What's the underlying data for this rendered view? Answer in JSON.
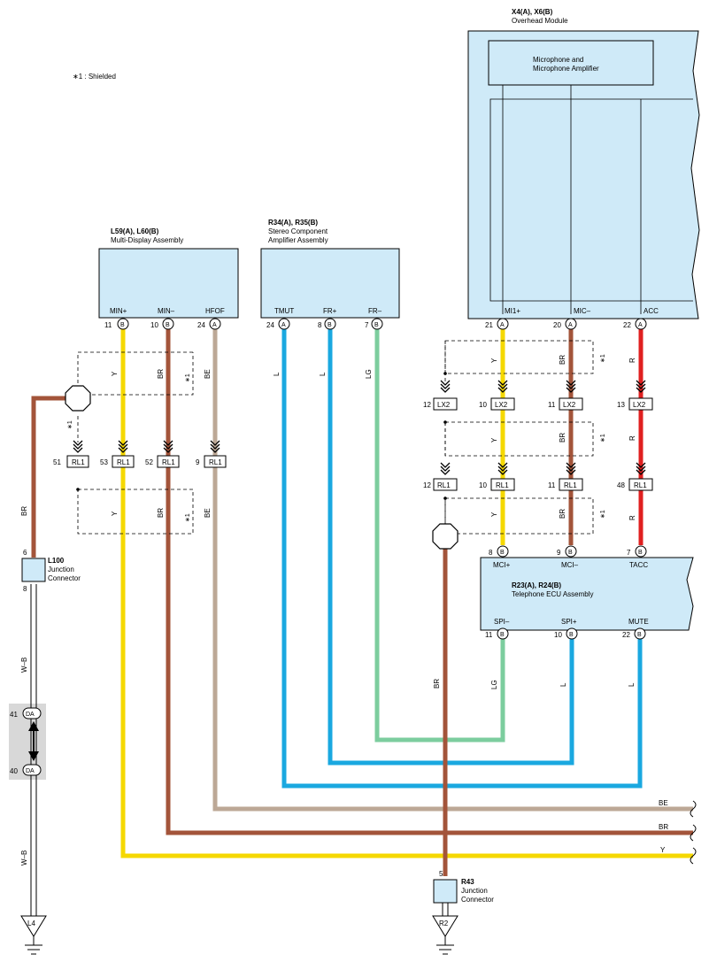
{
  "colors": {
    "Y": "#f5d800",
    "BR": "#a3543a",
    "BE": "#bca896",
    "L": "#1aa8e0",
    "LG": "#7ccd9e",
    "R": "#e02020",
    "W-B": "#ffffff",
    "box_fill": "#cfeaf8",
    "grey_panel": "#d8d8d8"
  },
  "note": "∗1 : Shielded",
  "components": {
    "overhead": {
      "code": "X4(A), X6(B)",
      "name": "Overhead Module",
      "sub_line1": "Microphone and",
      "sub_line2": "Microphone Amplifier"
    },
    "mda": {
      "code": "L59(A), L60(B)",
      "name": "Multi-Display Assembly"
    },
    "stereo": {
      "code": "R34(A), R35(B)",
      "name_line1": "Stereo Component",
      "name_line2": "Amplifier Assembly"
    },
    "tel": {
      "code": "R23(A), R24(B)",
      "name": "Telephone ECU Assembly"
    },
    "l100": {
      "code": "L100",
      "name_line1": "Junction",
      "name_line2": "Connector",
      "pin_top": "6",
      "pin_bottom": "8"
    },
    "r43": {
      "code": "R43",
      "name_line1": "Junction",
      "name_line2": "Connector",
      "pin_top": "5"
    }
  },
  "pins": {
    "mda": [
      {
        "label": "MIN+",
        "num": "11",
        "conn": "B",
        "wire": "Y"
      },
      {
        "label": "MIN–",
        "num": "10",
        "conn": "B",
        "wire": "BR"
      },
      {
        "label": "HFOF",
        "num": "24",
        "conn": "A",
        "wire": "BE"
      }
    ],
    "stereo": [
      {
        "label": "TMUT",
        "num": "24",
        "conn": "A",
        "wire": "L"
      },
      {
        "label": "FR+",
        "num": "8",
        "conn": "B",
        "wire": "L"
      },
      {
        "label": "FR–",
        "num": "7",
        "conn": "B",
        "wire": "LG"
      }
    ],
    "overhead": [
      {
        "label": "MI1+",
        "num": "21",
        "conn": "A",
        "wire": "Y"
      },
      {
        "label": "MIC–",
        "num": "20",
        "conn": "A",
        "wire": "BR"
      },
      {
        "label": "ACC",
        "num": "22",
        "conn": "A",
        "wire": "R"
      }
    ],
    "tel_top": [
      {
        "label": "MCI+",
        "num": "8",
        "conn": "B"
      },
      {
        "label": "MCI–",
        "num": "9",
        "conn": "B"
      },
      {
        "label": "TACC",
        "num": "7",
        "conn": "B"
      }
    ],
    "tel_bottom": [
      {
        "label": "SPI–",
        "num": "11",
        "conn": "B",
        "wire": "LG"
      },
      {
        "label": "SPI+",
        "num": "10",
        "conn": "B",
        "wire": "L"
      },
      {
        "label": "MUTE",
        "num": "22",
        "conn": "B",
        "wire": "L"
      }
    ]
  },
  "junctions": {
    "rl1_left": [
      {
        "num": "51",
        "name": "RL1"
      },
      {
        "num": "53",
        "name": "RL1"
      },
      {
        "num": "52",
        "name": "RL1"
      },
      {
        "num": "9",
        "name": "RL1"
      }
    ],
    "lx2": [
      {
        "num": "12",
        "name": "LX2"
      },
      {
        "num": "10",
        "name": "LX2"
      },
      {
        "num": "11",
        "name": "LX2"
      },
      {
        "num": "13",
        "name": "LX2"
      }
    ],
    "rl1_right": [
      {
        "num": "12",
        "name": "RL1"
      },
      {
        "num": "10",
        "name": "RL1"
      },
      {
        "num": "11",
        "name": "RL1"
      },
      {
        "num": "48",
        "name": "RL1"
      }
    ]
  },
  "da": {
    "top": "41",
    "bottom": "40",
    "name": "DA"
  },
  "grounds": {
    "left": "L4",
    "right": "R2"
  },
  "wire_labels": {
    "shield_left": "∗1",
    "y": "Y",
    "br": "BR",
    "be": "BE",
    "l": "L",
    "lg": "LG",
    "r": "R",
    "wb": "W–B"
  },
  "right_edge": [
    "BE",
    "BR",
    "Y"
  ]
}
